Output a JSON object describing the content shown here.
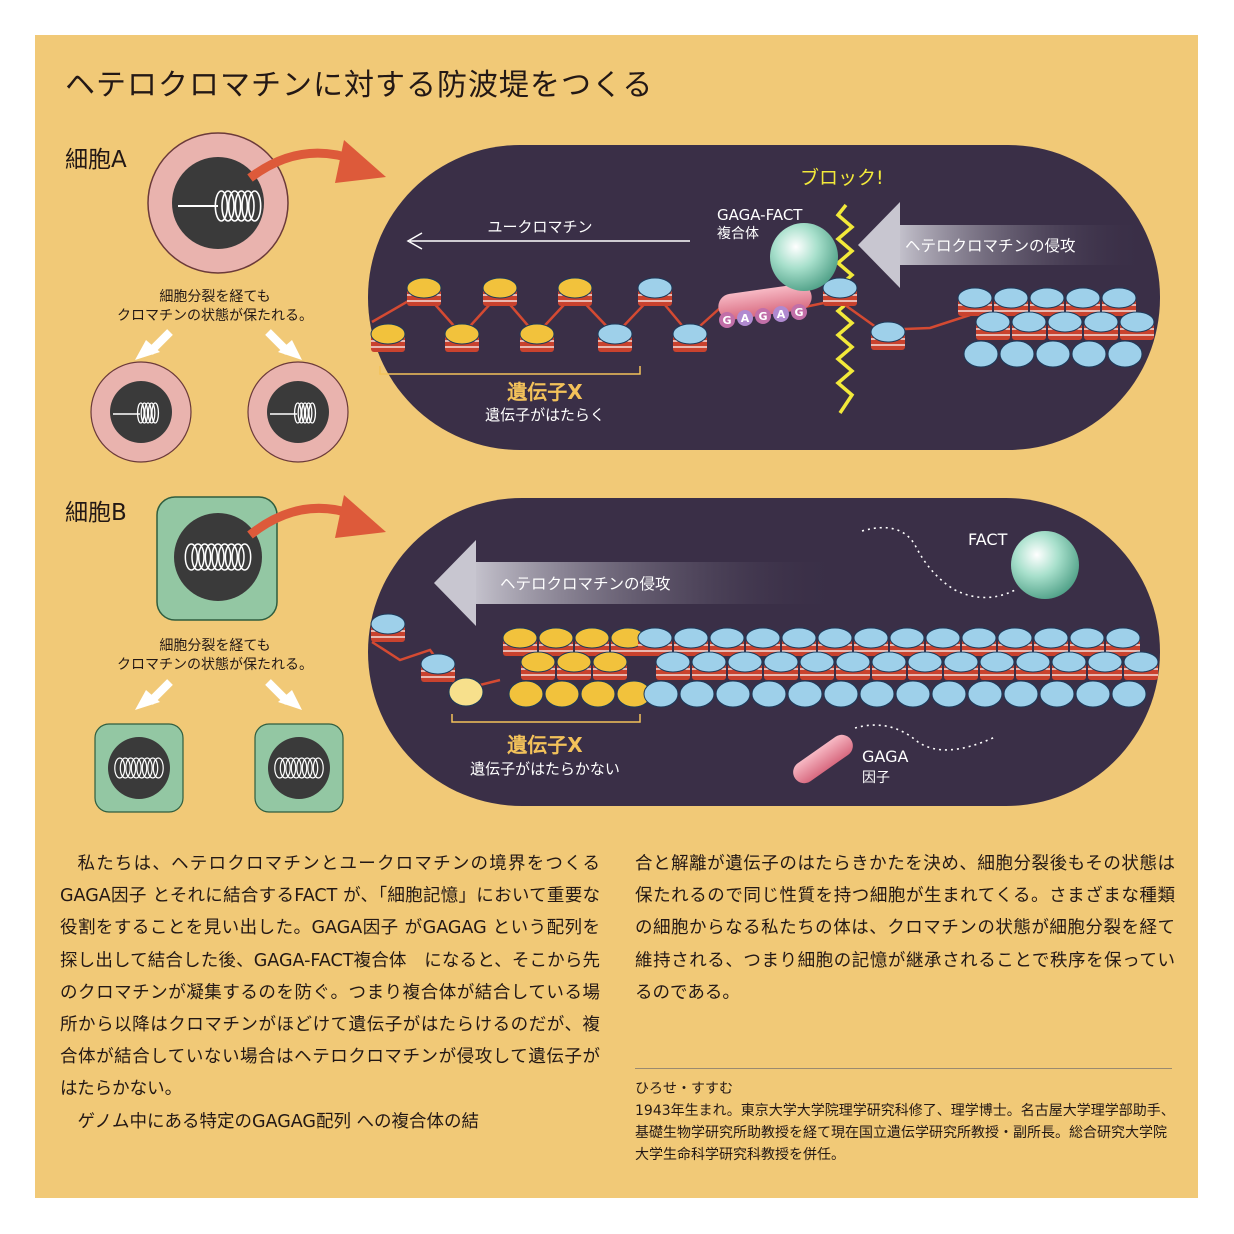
{
  "title": "ヘテロクロマチンに対する防波堤をつくる",
  "cell_a": {
    "label": "細胞A",
    "division_note_1": "細胞分裂を経ても",
    "division_note_2": "クロマチンの状態が保たれる。",
    "block_label": "ブロック!",
    "euchromatin_label": "ユークロマチン",
    "complex_label_1": "GAGA-FACT",
    "complex_label_2": "複合体",
    "invasion_label": "ヘテロクロマチンの侵攻",
    "dna_letters": [
      "G",
      "A",
      "G",
      "A",
      "G"
    ],
    "gene_label": "遺伝子X",
    "gene_status": "遺伝子がはたらく"
  },
  "cell_b": {
    "label": "細胞B",
    "division_note_1": "細胞分裂を経ても",
    "division_note_2": "クロマチンの状態が保たれる。",
    "invasion_label": "ヘテロクロマチンの侵攻",
    "fact_label": "FACT",
    "gaga_label_1": "GAGA",
    "gaga_label_2": "因子",
    "gene_label": "遺伝子X",
    "gene_status": "遺伝子がはたらかない"
  },
  "body": {
    "left": [
      "私たちは、ヘテロクロマチンとユークロマチンの境界をつくるGAGA因子 とそれに結合するFACT が、「細胞記憶」において重要な役割をすることを見い出した。GAGA因子 がGAGAG という配列を探し出して結合した後、GAGA-FACT複合体　になると、そこから先のクロマチンが凝集するのを防ぐ。つまり複合体が結合している場所から以降はクロマチンがほどけて遺伝子がはたらけるのだが、複合体が結合していない場合はヘテロクロマチンが侵攻して遺伝子がはたらかない。",
      "ゲノム中にある特定のGAGAG配列 への複合体の結"
    ],
    "right": "合と解離が遺伝子のはたらきかたを決め、細胞分裂後もその状態は保たれるので同じ性質を持つ細胞が生まれてくる。さまざまな種類の細胞からなる私たちの体は、クロマチンの状態が細胞分裂を経て維持される、つまり細胞の記憶が継承されることで秩序を保っているのである。"
  },
  "author": {
    "name": "ひろせ・すすむ",
    "bio": "1943年生まれ。東京大学大学院理学研究科修了、理学博士。名古屋大学理学部助手、基礎生物学研究所助教授を経て現在国立遺伝学研究所教授・副所長。総合研究大学院大学生命科学研究科教授を併任。"
  },
  "colors": {
    "background": "#f1c977",
    "panel_dark": "#3a2f47",
    "cell_a_ring": "#e9b3ae",
    "cell_b_box": "#93c7a3",
    "arrow_red": "#dd5a3a",
    "euchromatin_nucleosome": "#f2c23c",
    "heterochromatin_nucleosome": "#9ed0ea",
    "gaga_factor": "#e8879a",
    "fact_sphere": "#8fd4bd",
    "block_zigzag": "#f2e93a",
    "gene_label": "#f3c25a"
  }
}
